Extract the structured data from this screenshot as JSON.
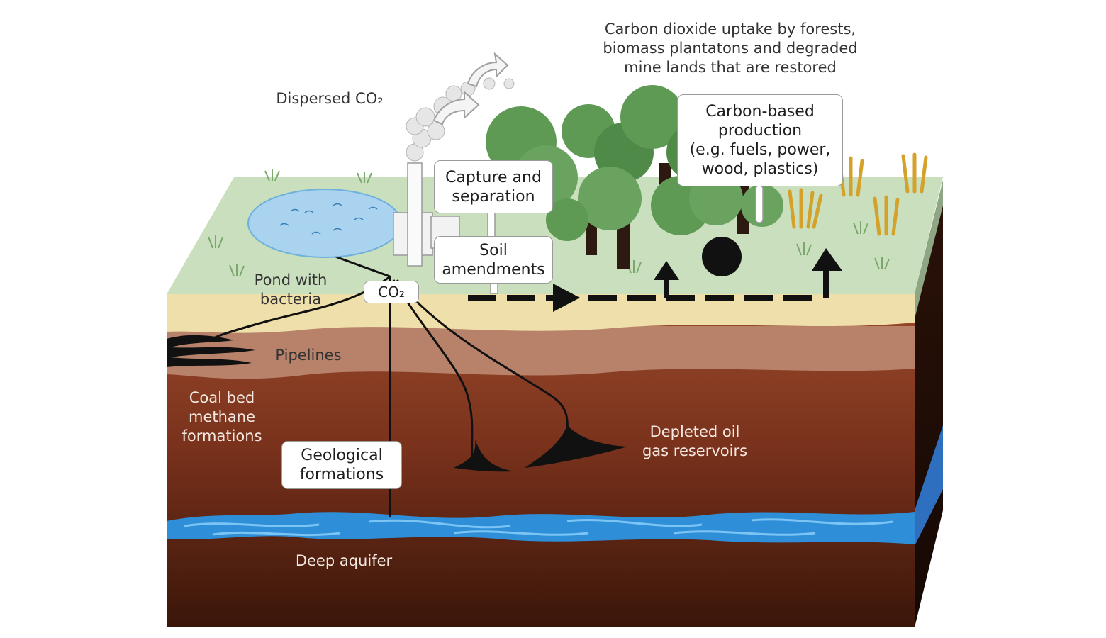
{
  "labels": {
    "dispersed_co2": "Dispersed CO₂",
    "uptake": "Carbon dioxide uptake by forests,\nbiomass plantatons and degraded\nmine lands that are restored",
    "carbon_based": "Carbon-based\nproduction\n(e.g. fuels, power,\nwood, plastics)",
    "capture": "Capture and\nseparation",
    "soil": "Soil\namendments",
    "pond": "Pond with\nbacteria",
    "co2": "CO₂",
    "pipelines": "Pipelines",
    "coal_bed": "Coal bed\nmethane\nformations",
    "depleted": "Depleted oil\ngas reservoirs",
    "geological": "Geological\nformations",
    "deep_aquifer": "Deep aquifer"
  },
  "colors": {
    "grass": "#c9dfbd",
    "sand": "#efdfaa",
    "clay": "#b8826a",
    "earth_mid": "#8b3a22",
    "earth_deep": "#4a1f10",
    "aquifer": "#2e8fd8",
    "tree": "#5f9a55",
    "tree_dark": "#3f7a3a",
    "wheat": "#e0b22f"
  }
}
